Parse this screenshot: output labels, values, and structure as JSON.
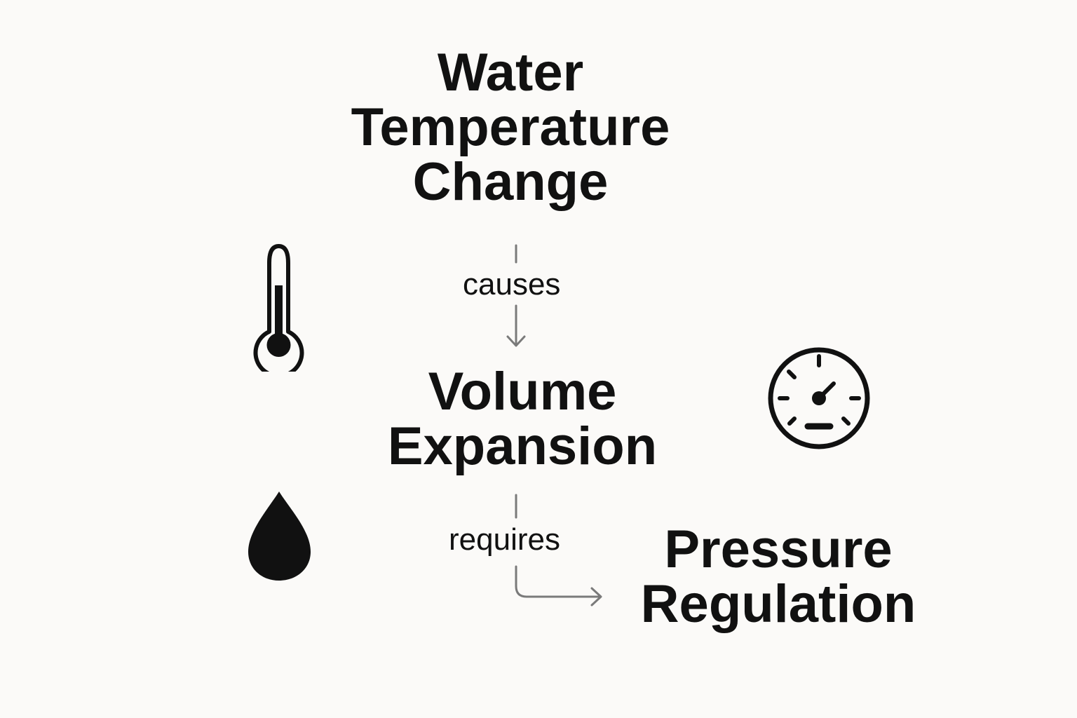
{
  "nodes": {
    "water_temperature_change": [
      "Water",
      "Temperature",
      "Change"
    ],
    "volume_expansion": [
      "Volume",
      "Expansion"
    ],
    "pressure_regulation": [
      "Pressure",
      "Regulation"
    ]
  },
  "edges": {
    "causes": "causes",
    "requires": "requires"
  },
  "icons": {
    "thermometer": "thermometer-icon",
    "water_drop": "water-drop-icon",
    "pressure_gauge": "pressure-gauge-icon"
  },
  "colors": {
    "background": "#fbfaf8",
    "text": "#111111",
    "connector": "#7a7a7a"
  }
}
